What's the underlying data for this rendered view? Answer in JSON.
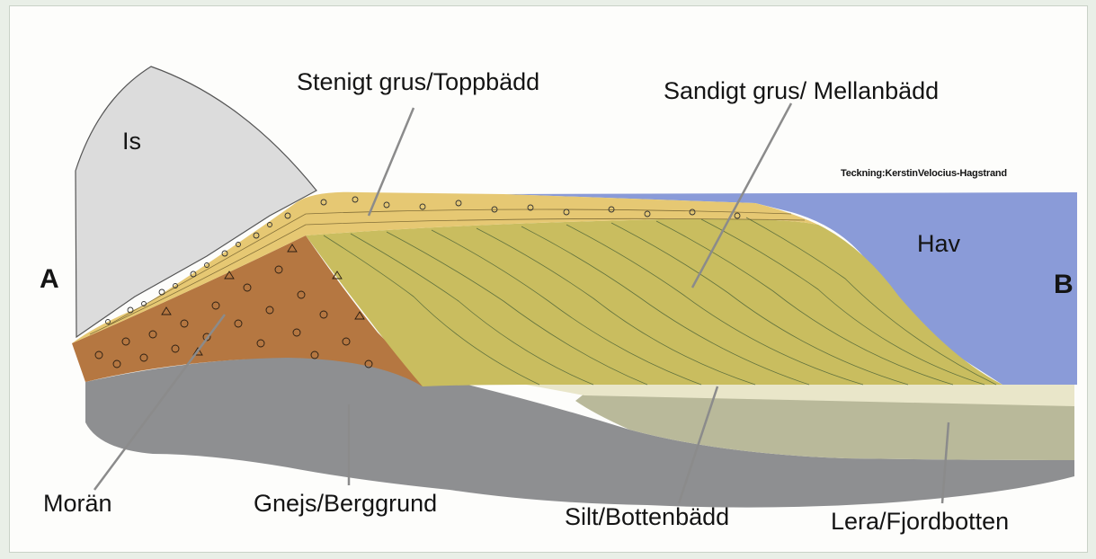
{
  "labels": {
    "ice": "Is",
    "sea": "Hav",
    "end_a": "A",
    "end_b": "B",
    "top_bed": "Stenigt grus/Toppbädd",
    "middle_bed": "Sandigt grus/ Mellanbädd",
    "moraine": "Morän",
    "bedrock": "Gnejs/Berggrund",
    "bottom_bed": "Silt/Bottenbädd",
    "clay": "Lera/Fjordbotten",
    "credit": "Teckning:KerstinVelocius-Hagstrand"
  },
  "colors": {
    "frame_outer": "#e9efe7",
    "ice": "#dcdcdc",
    "sea": "#8a9bd8",
    "top_gravel": "#e6c873",
    "middle_gravel": "#c9bd5f",
    "moraine": "#b57741",
    "bedrock": "#8e8f91",
    "silt": "#e9e6c9",
    "clay": "#b9b99a",
    "leader_line": "#8b8b8b"
  }
}
